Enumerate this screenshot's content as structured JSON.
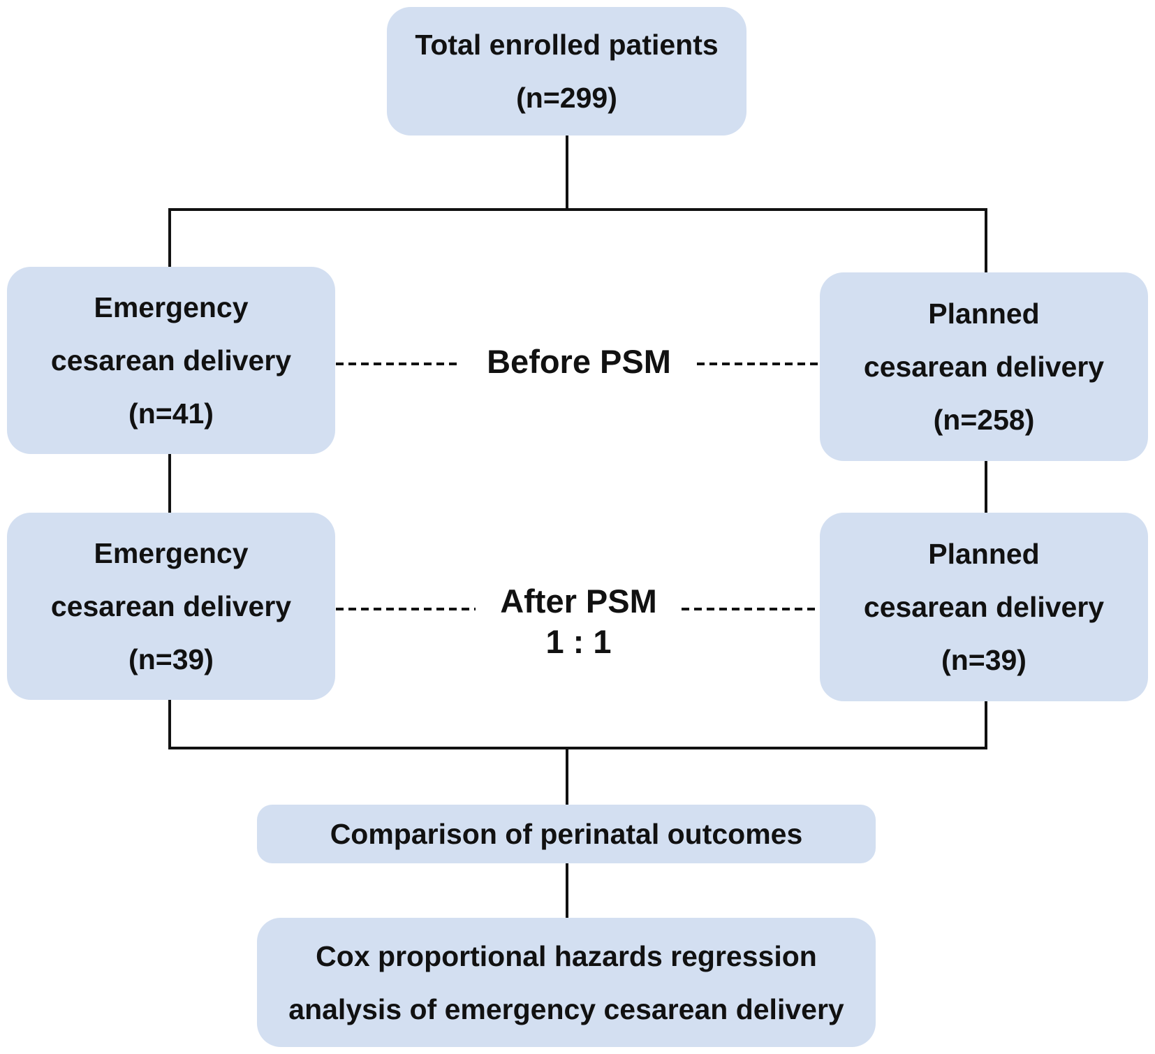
{
  "top": {
    "line1": "Total enrolled patients",
    "line2": "(n=299)"
  },
  "before": {
    "label": "Before PSM",
    "left": {
      "line1": "Emergency",
      "line2": "cesarean delivery",
      "line3": "(n=41)"
    },
    "right": {
      "line1": "Planned",
      "line2": "cesarean delivery",
      "line3": "(n=258)"
    }
  },
  "after": {
    "label": "After PSM",
    "ratio": "1 : 1",
    "left": {
      "line1": "Emergency",
      "line2": "cesarean delivery",
      "line3": "(n=39)"
    },
    "right": {
      "line1": "Planned",
      "line2": "cesarean delivery",
      "line3": "(n=39)"
    }
  },
  "comparison": {
    "label": "Comparison of perinatal outcomes"
  },
  "cox": {
    "line1": "Cox proportional hazards regression",
    "line2": "analysis of emergency cesarean delivery"
  },
  "colors": {
    "box_fill": "#d3dff1",
    "line": "#111111"
  }
}
